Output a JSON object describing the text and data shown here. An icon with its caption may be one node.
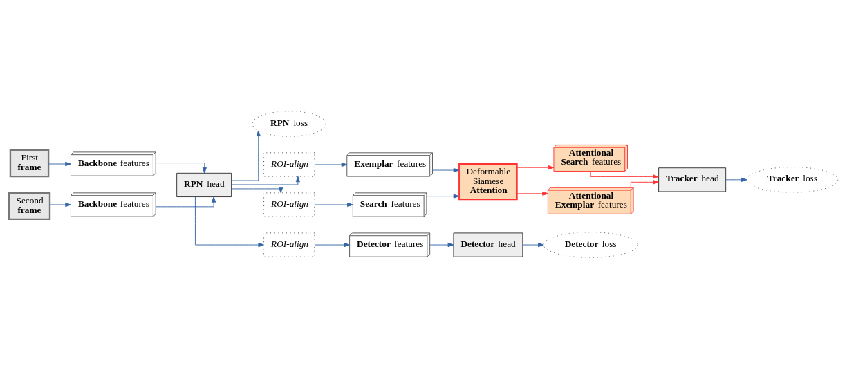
{
  "diagram": {
    "nodes": [
      {
        "text": [
          "First **frame**"
        ]
      },
      {
        "text": [
          "Second **frame**"
        ]
      },
      {
        "text": [
          "**Backbone** features"
        ]
      },
      {
        "text": [
          "**Backbone** features"
        ]
      },
      {
        "text": [
          "**RPN** head"
        ]
      },
      {
        "text": [
          "**RPN** loss"
        ]
      },
      {
        "text": [
          "ROI-align"
        ]
      },
      {
        "text": [
          "ROI-align"
        ]
      },
      {
        "text": [
          "ROI-align"
        ]
      },
      {
        "text": [
          "**Exemplar** features"
        ]
      },
      {
        "text": [
          "**Search** features"
        ]
      },
      {
        "text": [
          "Deformable Siamese **Attention**"
        ]
      },
      {
        "text": [
          "**Attentional Search** features"
        ]
      },
      {
        "text": [
          "**Attentional Exemplar** features"
        ]
      },
      {
        "text": [
          "**Detector** features"
        ]
      },
      {
        "text": [
          "**Detector** head"
        ]
      },
      {
        "text": [
          "**Detector** loss"
        ]
      },
      {
        "text": [
          "**Tracker** head"
        ]
      },
      {
        "text": [
          "**Tracker** loss"
        ]
      }
    ],
    "edges": [
      {
        "from": 0,
        "to": 2,
        "arrow": "to"
      },
      {
        "from": 1,
        "to": 3,
        "arrow": "to"
      },
      {
        "from": 2,
        "to": 4,
        "arrow": "to"
      },
      {
        "from": 3,
        "to": 4,
        "arrow": "to"
      },
      {
        "from": 4,
        "to": 5,
        "arrow": "to"
      },
      {
        "from": 4,
        "to": 6,
        "arrow": "to"
      },
      {
        "from": 4,
        "to": 7,
        "arrow": "to"
      },
      {
        "from": 4,
        "to": 8,
        "arrow": "to"
      },
      {
        "from": 6,
        "to": 9,
        "arrow": "to"
      },
      {
        "from": 7,
        "to": 10,
        "arrow": "to"
      },
      {
        "from": 9,
        "to": 11,
        "arrow": "to"
      },
      {
        "from": 10,
        "to": 11,
        "arrow": "to"
      },
      {
        "from": 8,
        "to": 14,
        "arrow": "to"
      },
      {
        "from": 11,
        "to": 12,
        "arrow": "to",
        "color": "#ff3333"
      },
      {
        "from": 11,
        "to": 13,
        "arrow": "to",
        "color": "#ff3333"
      },
      {
        "from": 12,
        "to": 17,
        "arrow": "to",
        "color": "#ff3333"
      },
      {
        "from": 13,
        "to": 17,
        "arrow": "to",
        "color": "#ff3333"
      },
      {
        "from": 14,
        "to": 15,
        "arrow": "to"
      },
      {
        "from": 15,
        "to": 16,
        "arrow": "to"
      },
      {
        "from": 17,
        "to": 18,
        "arrow": "to"
      }
    ]
  }
}
